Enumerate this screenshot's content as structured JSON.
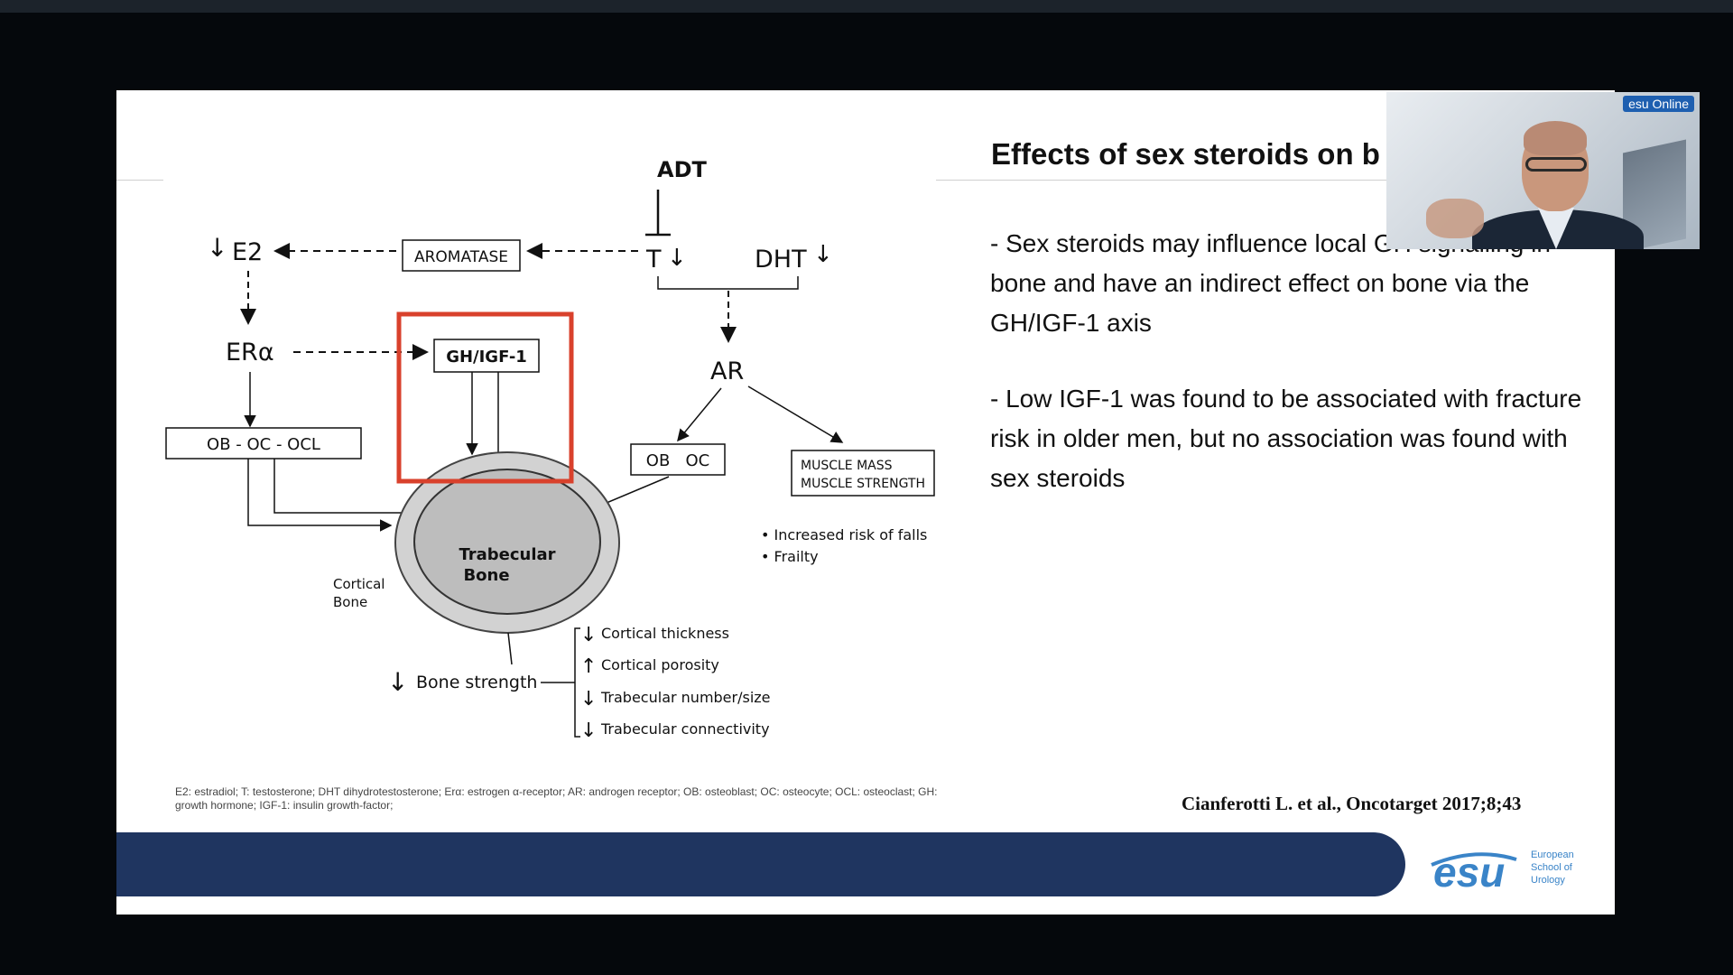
{
  "slide": {
    "title": "Effects of sex steroids on b",
    "bullets": [
      "- Sex steroids may influence local GH signalling in bone and have an indirect effect on bone via the GH/IGF-1 axis",
      "- Low IGF-1 was found to be associated with fracture risk in older men, but no association was found with sex steroids"
    ],
    "citation": "Cianferotti L. et al., Oncotarget 2017;8;43",
    "footnote": "E2: estradiol; T: testosterone; DHT dihydrotestosterone; Erα: estrogen α-receptor; AR: androgen receptor; OB: osteoblast; OC: osteocyte; OCL: osteoclast; GH: growth hormone; IGF-1: insulin growth-factor;",
    "logo": {
      "text": "esu",
      "sub": [
        "European",
        "School of",
        "Urology"
      ]
    }
  },
  "diagram": {
    "adt": "ADT",
    "e2": "E2",
    "aromatase": "AROMATASE",
    "t": "T",
    "dht": "DHT",
    "era": "ERα",
    "gh_igf": "GH/IGF-1",
    "ar": "AR",
    "ob_oc_ocl": "OB - OC - OCL",
    "ob_oc": "OB   OC",
    "muscle_1": "MUSCLE MASS",
    "muscle_2": "MUSCLE STRENGTH",
    "risk_1": "• Increased risk of falls",
    "risk_2": "• Frailty",
    "trabecular_1": "Trabecular",
    "trabecular_2": "Bone",
    "cortical_1": "Cortical",
    "cortical_2": "Bone",
    "bone_strength": "Bone strength",
    "effects": [
      "Cortical thickness",
      "Cortical porosity",
      "Trabecular number/size",
      "Trabecular connectivity"
    ],
    "down_arrow": "↓",
    "up_arrow": "↑",
    "highlight_color": "#d9412c"
  },
  "webcam": {
    "badge": "esu Online"
  }
}
